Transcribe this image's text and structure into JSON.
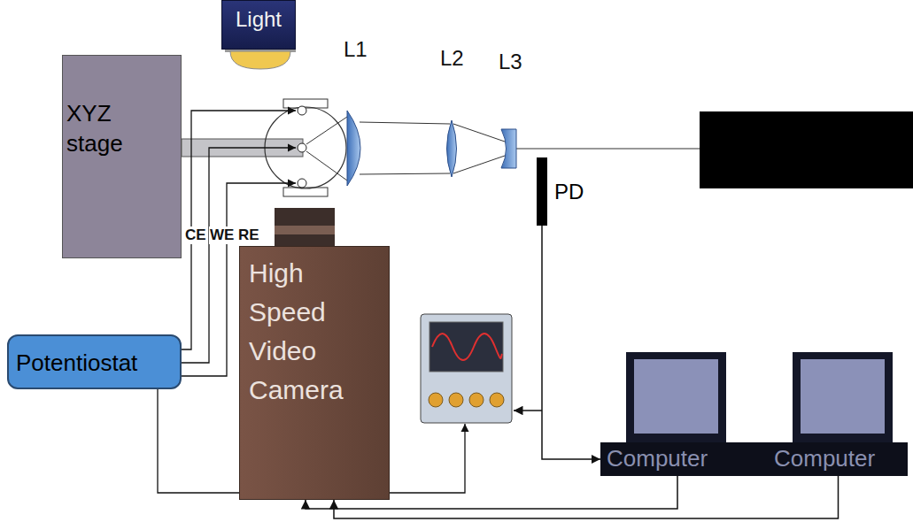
{
  "diagram": {
    "nodes": [
      {
        "text": [
          "Light"
        ]
      },
      {
        "text": [
          "XYZ stage"
        ]
      },
      {
        "text": [
          "PD"
        ]
      },
      {
        "text": [
          "High Speed Video Camera"
        ]
      },
      {
        "text": [
          "Potentiostat"
        ]
      },
      {
        "text": [
          "Computer"
        ]
      },
      {
        "text": [
          "Computer"
        ]
      }
    ],
    "edges": [
      {
        "from": 2,
        "to": 5,
        "arrow": "to"
      },
      {
        "from": 5,
        "to": 3,
        "arrow": "to"
      },
      {
        "from": 6,
        "to": 3,
        "arrow": "to"
      }
    ],
    "labels": [
      "L1",
      "L2",
      "L3",
      "CE",
      "WE",
      "RE"
    ]
  }
}
